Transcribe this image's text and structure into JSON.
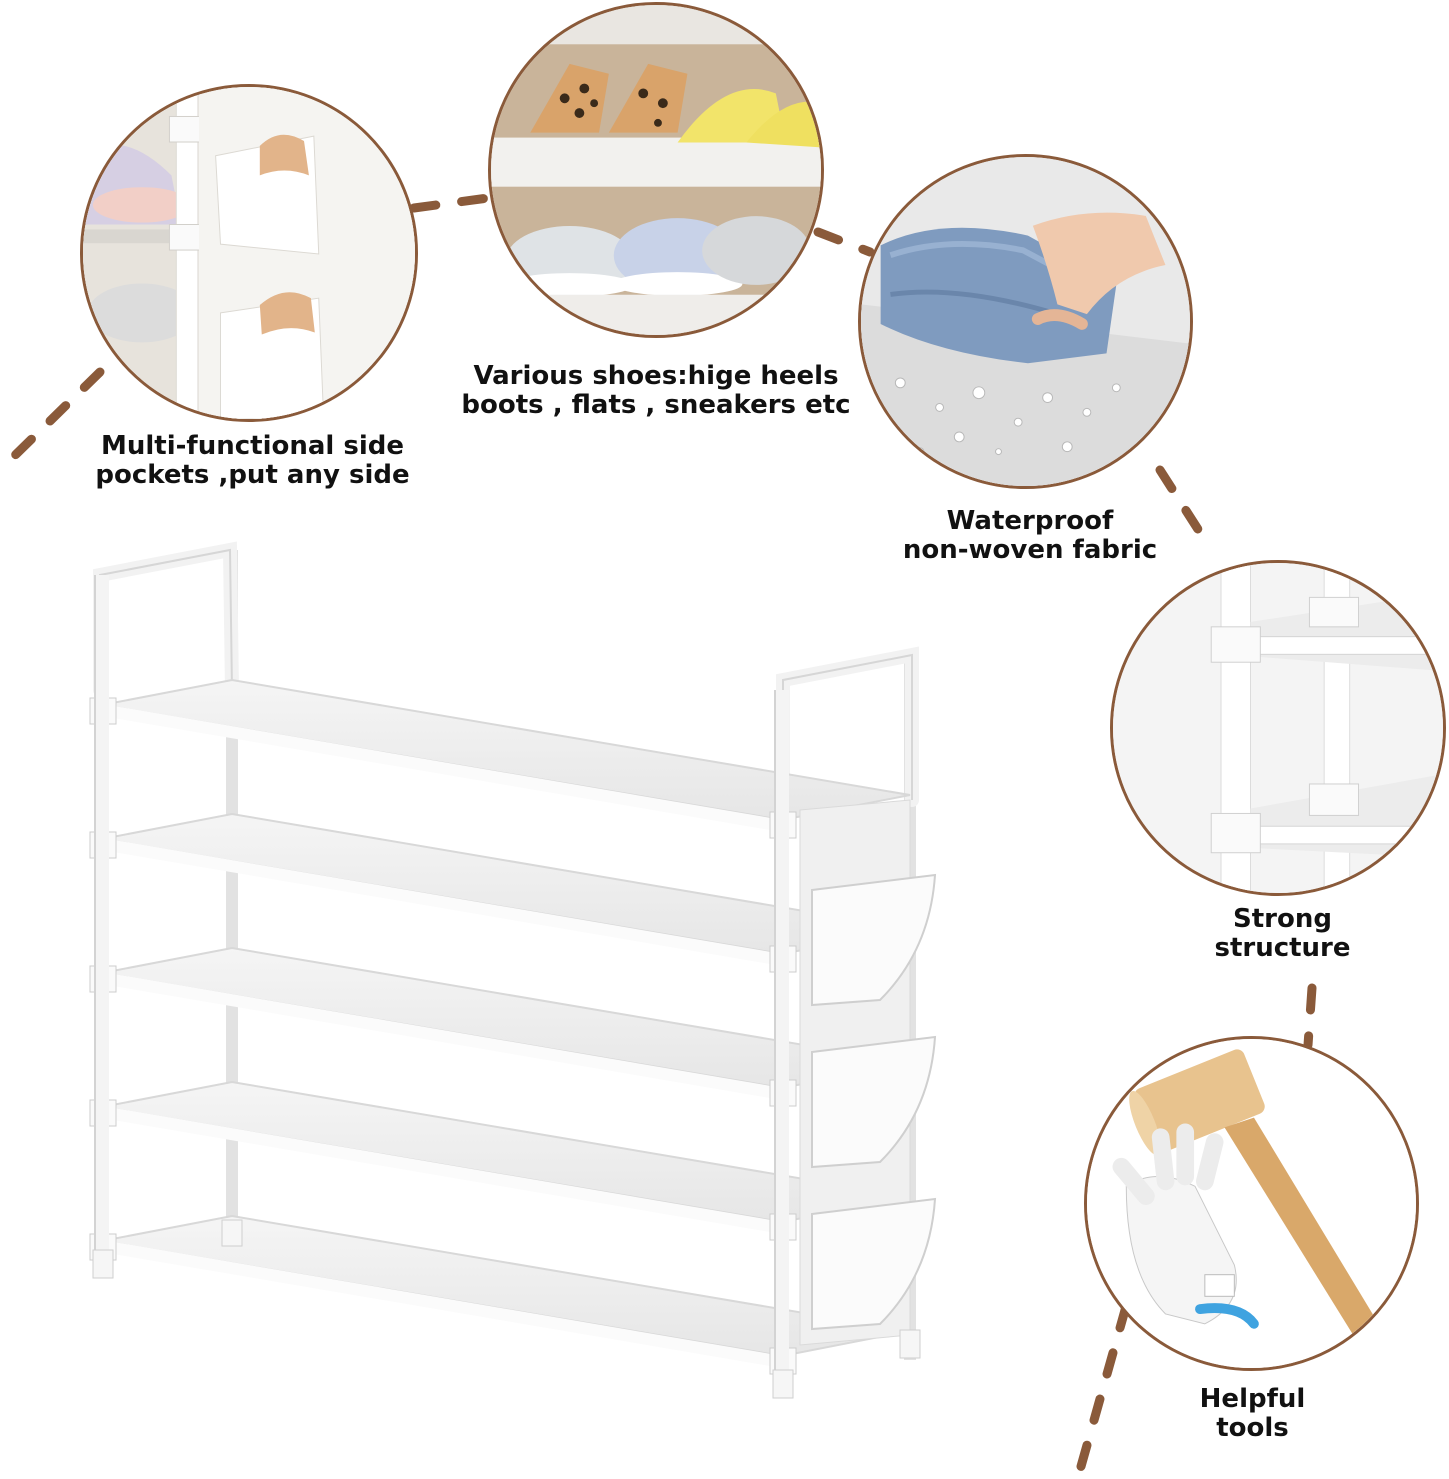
{
  "accent_color": "#8a5a3a",
  "features": [
    {
      "id": "side-pockets",
      "icon": "side-pocket-closeup",
      "caption_lines": [
        "Multi-functional side",
        "pockets ,put any side"
      ]
    },
    {
      "id": "various-shoes",
      "icon": "shoes-closeup",
      "caption_lines": [
        "Various shoes:hige heels",
        "boots , flats , sneakers etc"
      ]
    },
    {
      "id": "waterproof",
      "icon": "waterproof-fabric-closeup",
      "caption_lines": [
        "Waterproof",
        "non-woven fabric"
      ]
    },
    {
      "id": "structure",
      "icon": "frame-joint-closeup",
      "caption_lines": [
        "Strong",
        "structure"
      ]
    },
    {
      "id": "tools",
      "icon": "mallet-and-gloves",
      "caption_lines": [
        "Helpful",
        "tools"
      ]
    }
  ],
  "product": {
    "icon": "shoe-rack",
    "tiers": 5,
    "side_pockets": 3
  }
}
